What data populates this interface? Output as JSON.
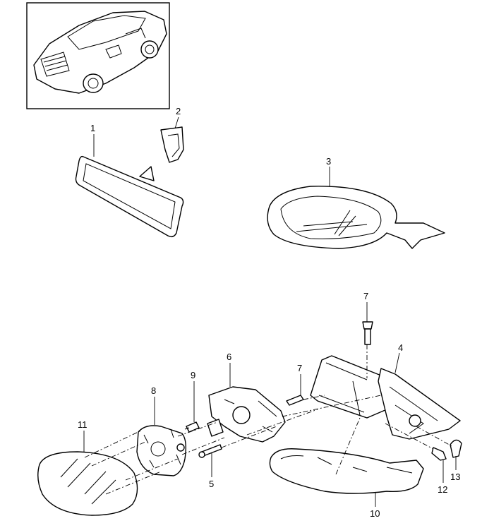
{
  "callouts": [
    {
      "id": "1",
      "label": "1"
    },
    {
      "id": "2",
      "label": "2"
    },
    {
      "id": "3",
      "label": "3"
    },
    {
      "id": "4",
      "label": "4"
    },
    {
      "id": "5",
      "label": "5"
    },
    {
      "id": "6",
      "label": "6"
    },
    {
      "id": "7a",
      "label": "7"
    },
    {
      "id": "7b",
      "label": "7"
    },
    {
      "id": "8",
      "label": "8"
    },
    {
      "id": "9",
      "label": "9"
    },
    {
      "id": "10",
      "label": "10"
    },
    {
      "id": "11",
      "label": "11"
    },
    {
      "id": "12",
      "label": "12"
    },
    {
      "id": "13",
      "label": "13"
    }
  ]
}
